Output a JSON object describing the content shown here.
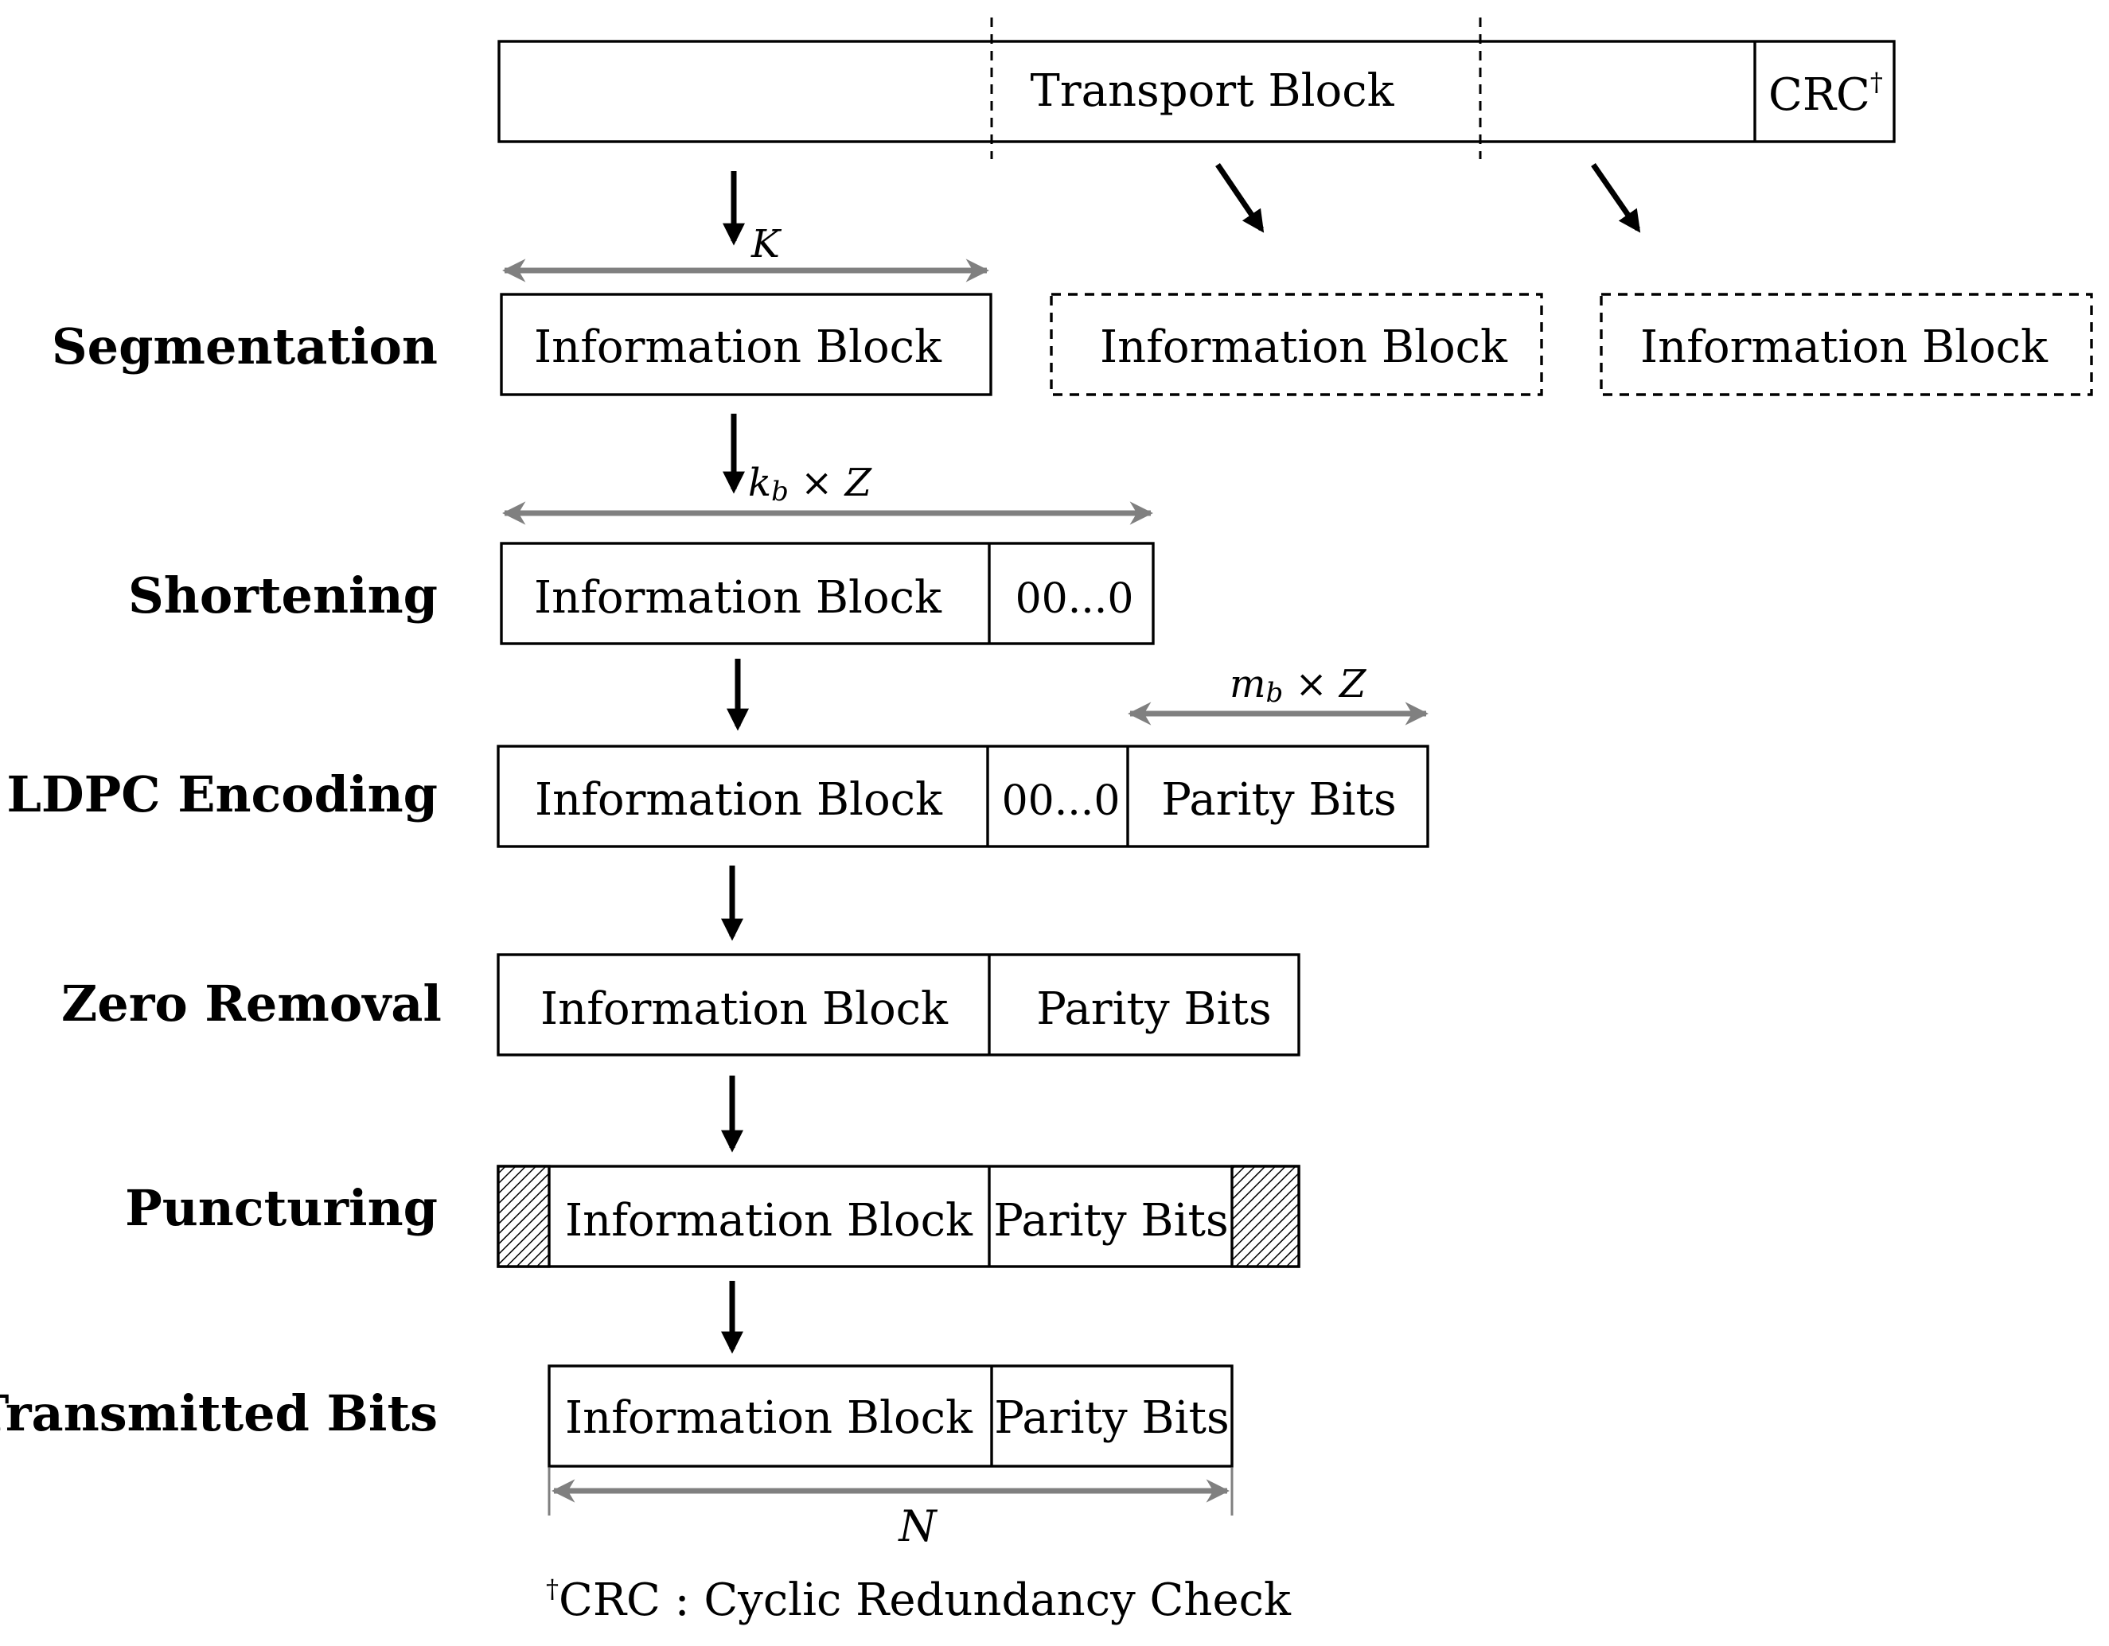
{
  "stage_labels": {
    "segmentation": "Segmentation",
    "shortening": "Shortening",
    "ldpc_encoding": "LDPC Encoding",
    "zero_removal": "Zero Removal",
    "puncturing": "Puncturing",
    "transmitted_bits": "Transmitted Bits"
  },
  "blocks": {
    "transport_block": "Transport Block",
    "crc": "CRC",
    "crc_mark": "†",
    "information_block": "Information Block",
    "zeros": "00...0",
    "parity_bits": "Parity Bits"
  },
  "dimensions": {
    "K": "K",
    "kb": "k",
    "kb_sub": "b",
    "times_Z": " × Z",
    "mb": "m",
    "mb_sub": "b",
    "N": "N"
  },
  "footnote": {
    "mark": "†",
    "text": "CRC : Cyclic Redundancy Check"
  },
  "colors": {
    "dimension_arrow": "#808080",
    "flow_arrow": "#000000"
  }
}
